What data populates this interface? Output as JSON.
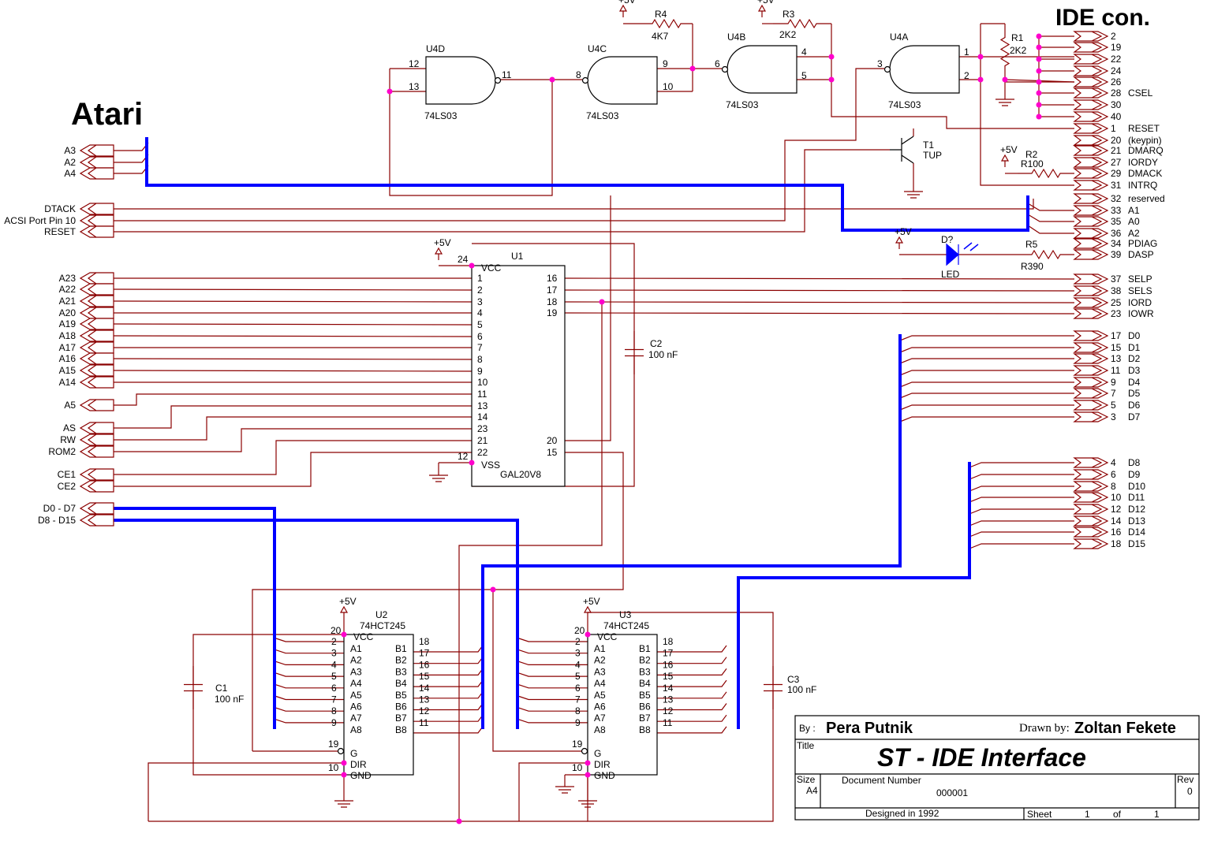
{
  "labels": {
    "atari": "Atari",
    "ide_con": "IDE con."
  },
  "atari_signals": [
    "A3",
    "A2",
    "A4",
    "DTACK",
    "ACSI Port Pin 10",
    "RESET",
    "A23",
    "A22",
    "A21",
    "A20",
    "A19",
    "A18",
    "A17",
    "A16",
    "A15",
    "A14",
    "A5",
    "AS",
    "RW",
    "ROM2",
    "CE1",
    "CE2",
    "D0 - D7",
    "D8 - D15"
  ],
  "ide_pins": [
    {
      "pin": "2",
      "name": ""
    },
    {
      "pin": "19",
      "name": ""
    },
    {
      "pin": "22",
      "name": ""
    },
    {
      "pin": "24",
      "name": ""
    },
    {
      "pin": "26",
      "name": ""
    },
    {
      "pin": "28",
      "name": "CSEL"
    },
    {
      "pin": "30",
      "name": ""
    },
    {
      "pin": "40",
      "name": ""
    },
    {
      "pin": "1",
      "name": "RESET"
    },
    {
      "pin": "20",
      "name": "(keypin)"
    },
    {
      "pin": "21",
      "name": "DMARQ"
    },
    {
      "pin": "27",
      "name": "IORDY"
    },
    {
      "pin": "29",
      "name": "DMACK"
    },
    {
      "pin": "31",
      "name": "INTRQ"
    },
    {
      "pin": "32",
      "name": "reserved"
    },
    {
      "pin": "33",
      "name": "A1"
    },
    {
      "pin": "35",
      "name": "A0"
    },
    {
      "pin": "36",
      "name": "A2"
    },
    {
      "pin": "34",
      "name": "PDIAG"
    },
    {
      "pin": "39",
      "name": "DASP"
    },
    {
      "pin": "37",
      "name": "SELP"
    },
    {
      "pin": "38",
      "name": "SELS"
    },
    {
      "pin": "25",
      "name": "IORD"
    },
    {
      "pin": "23",
      "name": "IOWR"
    },
    {
      "pin": "17",
      "name": "D0"
    },
    {
      "pin": "15",
      "name": "D1"
    },
    {
      "pin": "13",
      "name": "D2"
    },
    {
      "pin": "11",
      "name": "D3"
    },
    {
      "pin": "9",
      "name": "D4"
    },
    {
      "pin": "7",
      "name": "D5"
    },
    {
      "pin": "5",
      "name": "D6"
    },
    {
      "pin": "3",
      "name": "D7"
    },
    {
      "pin": "4",
      "name": "D8"
    },
    {
      "pin": "6",
      "name": "D9"
    },
    {
      "pin": "8",
      "name": "D10"
    },
    {
      "pin": "10",
      "name": "D11"
    },
    {
      "pin": "12",
      "name": "D12"
    },
    {
      "pin": "14",
      "name": "D13"
    },
    {
      "pin": "16",
      "name": "D14"
    },
    {
      "pin": "18",
      "name": "D15"
    }
  ],
  "gates": [
    {
      "ref": "U4D",
      "type": "74LS03",
      "in_a": "12",
      "in_b": "13",
      "out": "11"
    },
    {
      "ref": "U4C",
      "type": "74LS03",
      "in_a": "9",
      "in_b": "10",
      "out": "8"
    },
    {
      "ref": "U4B",
      "type": "74LS03",
      "in_a": "4",
      "in_b": "5",
      "out": "6"
    },
    {
      "ref": "U4A",
      "type": "74LS03",
      "in_a": "1",
      "in_b": "2",
      "out": "3"
    }
  ],
  "resistors": [
    {
      "ref": "R4",
      "value": "4K7"
    },
    {
      "ref": "R3",
      "value": "2K2"
    },
    {
      "ref": "R1",
      "value": "2K2"
    },
    {
      "ref": "R2",
      "value": "R100"
    },
    {
      "ref": "R5",
      "value": "R390"
    }
  ],
  "transistor": {
    "ref": "T1",
    "type": "TUP"
  },
  "led": {
    "ref": "D?",
    "type": "LED"
  },
  "supply": "+5V",
  "gal": {
    "ref": "U1",
    "type": "GAL20V8",
    "vcc": "VCC",
    "vss": "VSS",
    "vcc_pin": "24",
    "vss_pin": "12",
    "left_pins": [
      "1",
      "2",
      "3",
      "4",
      "5",
      "6",
      "7",
      "8",
      "9",
      "10",
      "11",
      "13",
      "14",
      "23",
      "21",
      "22"
    ],
    "right_pins": [
      "16",
      "17",
      "18",
      "19",
      "20",
      "15"
    ]
  },
  "buffers": [
    {
      "ref": "U2",
      "type": "74HCT245"
    },
    {
      "ref": "U3",
      "type": "74HCT245"
    }
  ],
  "buffer_pins": {
    "vcc": "VCC",
    "vcc_pin": "20",
    "a_names": [
      "A1",
      "A2",
      "A3",
      "A4",
      "A5",
      "A6",
      "A7",
      "A8"
    ],
    "a_pins": [
      "2",
      "3",
      "4",
      "5",
      "6",
      "7",
      "8",
      "9"
    ],
    "b_names": [
      "B1",
      "B2",
      "B3",
      "B4",
      "B5",
      "B6",
      "B7",
      "B8"
    ],
    "b_pins": [
      "18",
      "17",
      "16",
      "15",
      "14",
      "13",
      "12",
      "11"
    ],
    "g": "G",
    "g_pin": "19",
    "dir": "DIR",
    "dir_pin": "10",
    "gnd": "GND"
  },
  "capacitors": [
    {
      "ref": "C1",
      "value": "100 nF"
    },
    {
      "ref": "C2",
      "value": "100 nF"
    },
    {
      "ref": "C3",
      "value": "100 nF"
    }
  ],
  "title_block": {
    "by_label": "By :",
    "by": "Pera Putnik",
    "drawn_label": "Drawn by:",
    "drawn": "Zoltan Fekete",
    "title_label": "Title",
    "title": "ST - IDE Interface",
    "size_label": "Size",
    "size": "A4",
    "docnum_label": "Document Number",
    "docnum": "000001",
    "rev_label": "Rev",
    "rev": "0",
    "designed": "Designed in 1992",
    "sheet_label": "Sheet",
    "sheet": "1",
    "of_label": "of",
    "sheets": "1"
  }
}
